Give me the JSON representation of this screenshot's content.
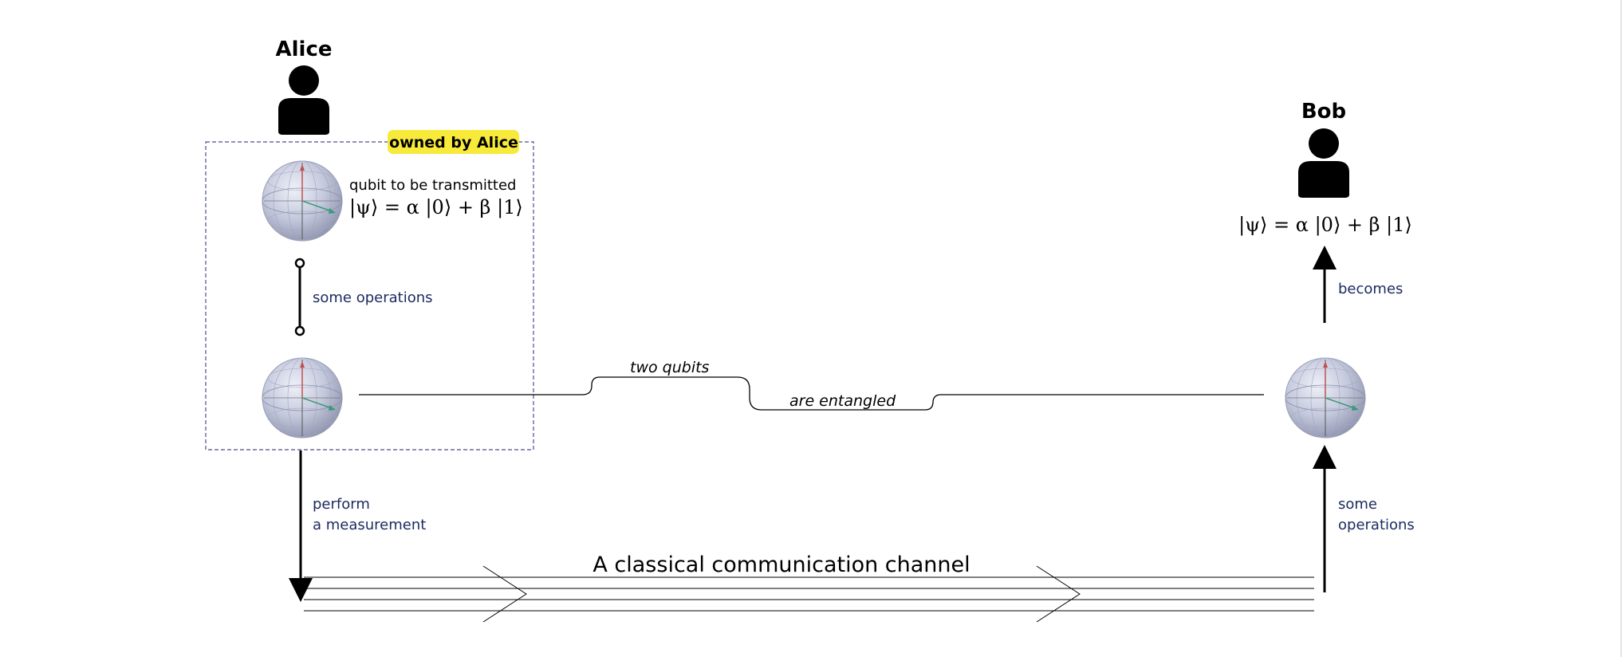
{
  "people": {
    "alice": {
      "name": "Alice"
    },
    "bob": {
      "name": "Bob"
    }
  },
  "alice_box": {
    "tag": "owned by Alice"
  },
  "qubit": {
    "caption": "qubit to be transmitted",
    "state_formula": "|ψ⟩ = α |0⟩ + β |1⟩"
  },
  "bob_state_formula": "|ψ⟩ = α |0⟩ + β |1⟩",
  "labels": {
    "alice_operations": "some operations",
    "measurement_line1": "perform",
    "measurement_line2": "a measurement",
    "bob_operations_line1": "some",
    "bob_operations_line2": "operations",
    "becomes": "becomes",
    "entangle_part1": "two qubits",
    "entangle_part2": "are entangled",
    "channel": "A classical communication channel"
  },
  "colors": {
    "text_blue": "#1b2a5e",
    "tag_yellow": "#f7ea3a",
    "box_dash": "#4a4f8a",
    "sphere_fill": "#c4c8dc",
    "ink": "#000000"
  },
  "icons": [
    "person-icon",
    "bloch-sphere-icon",
    "arrow-icon"
  ]
}
